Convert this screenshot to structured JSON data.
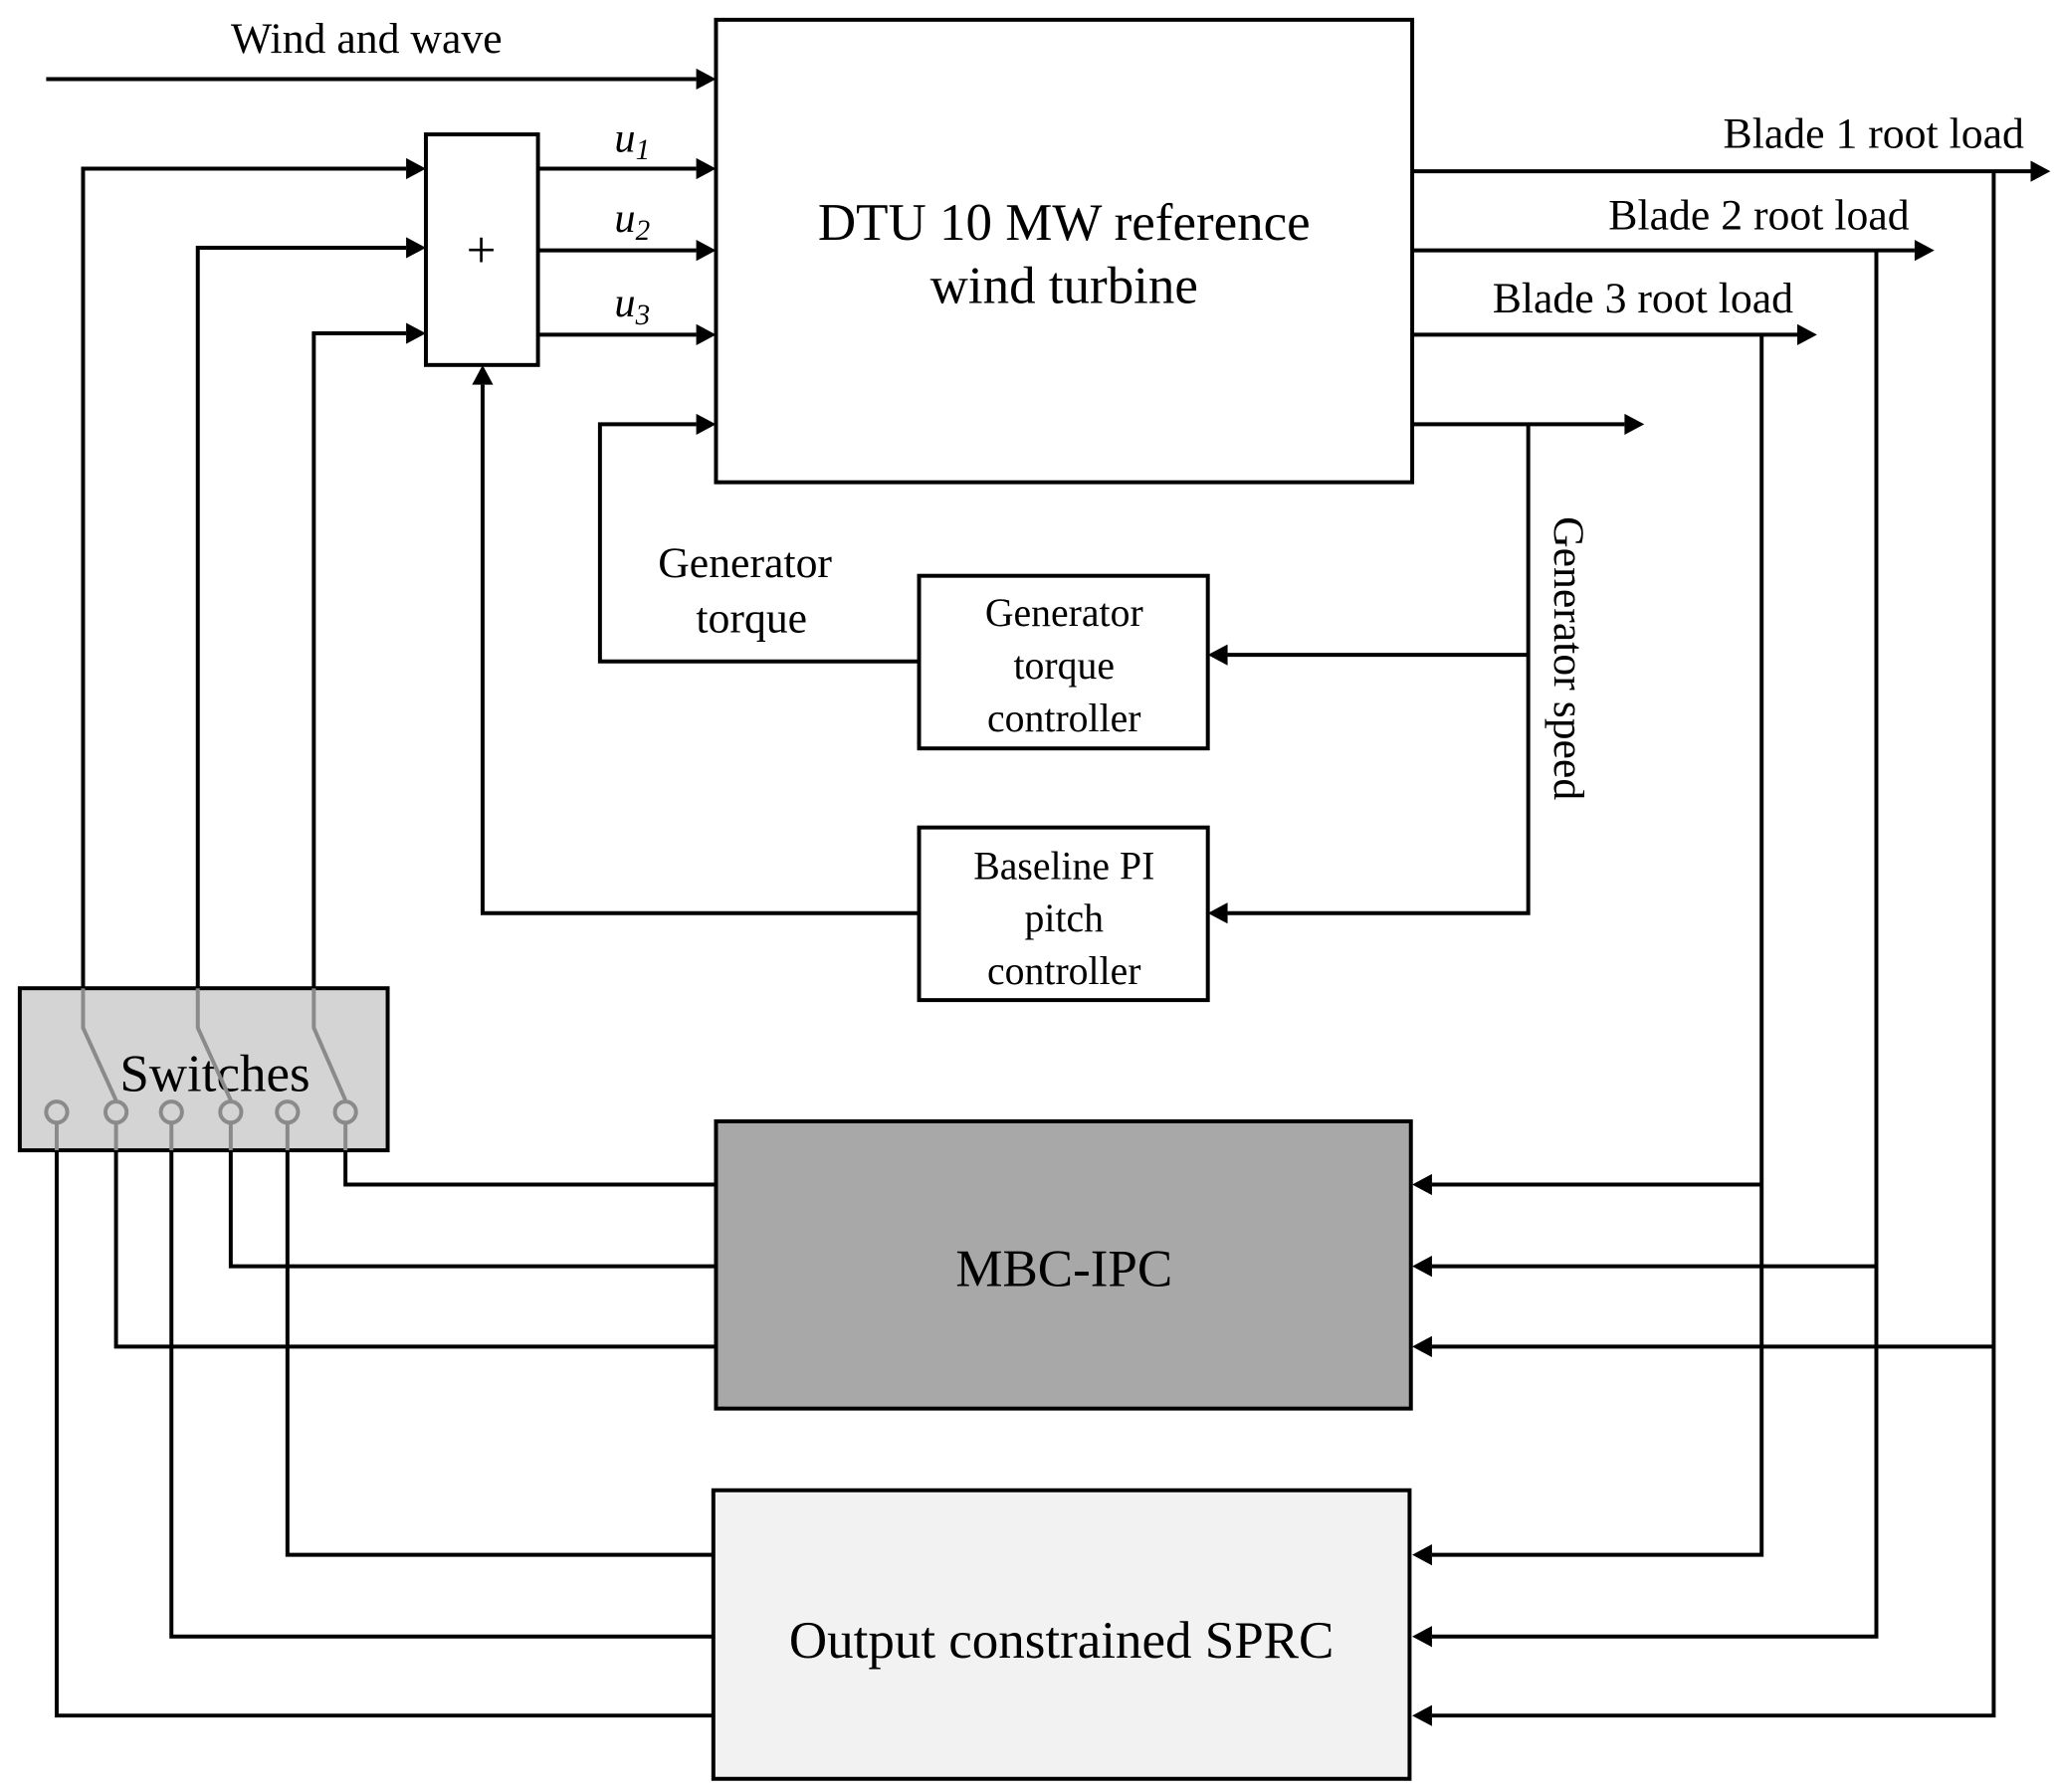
{
  "diagram": {
    "inputs": {
      "wind_wave": "Wind and wave",
      "u1": "u",
      "u1_sub": "1",
      "u2": "u",
      "u2_sub": "2",
      "u3": "u",
      "u3_sub": "3"
    },
    "summer": {
      "symbol": "+"
    },
    "turbine": {
      "line1": "DTU 10 MW reference",
      "line2": "wind turbine"
    },
    "outputs": {
      "blade1": "Blade 1 root load",
      "blade2": "Blade 2 root load",
      "blade3": "Blade 3 root load",
      "gen_speed": "Generator speed"
    },
    "gen_torque_label": {
      "line1": "Generator",
      "line2": "torque"
    },
    "torque_controller": {
      "line1": "Generator",
      "line2": "torque",
      "line3": "controller"
    },
    "pi_controller": {
      "line1": "Baseline PI",
      "line2": "pitch",
      "line3": "controller"
    },
    "switches": {
      "label": "Switches"
    },
    "mbc_ipc": {
      "label": "MBC-IPC",
      "fill": "#a8a8a8"
    },
    "sprc": {
      "label": "Output constrained SPRC",
      "fill": "#f2f2f2"
    },
    "switches_fill": "#d4d4d4"
  }
}
